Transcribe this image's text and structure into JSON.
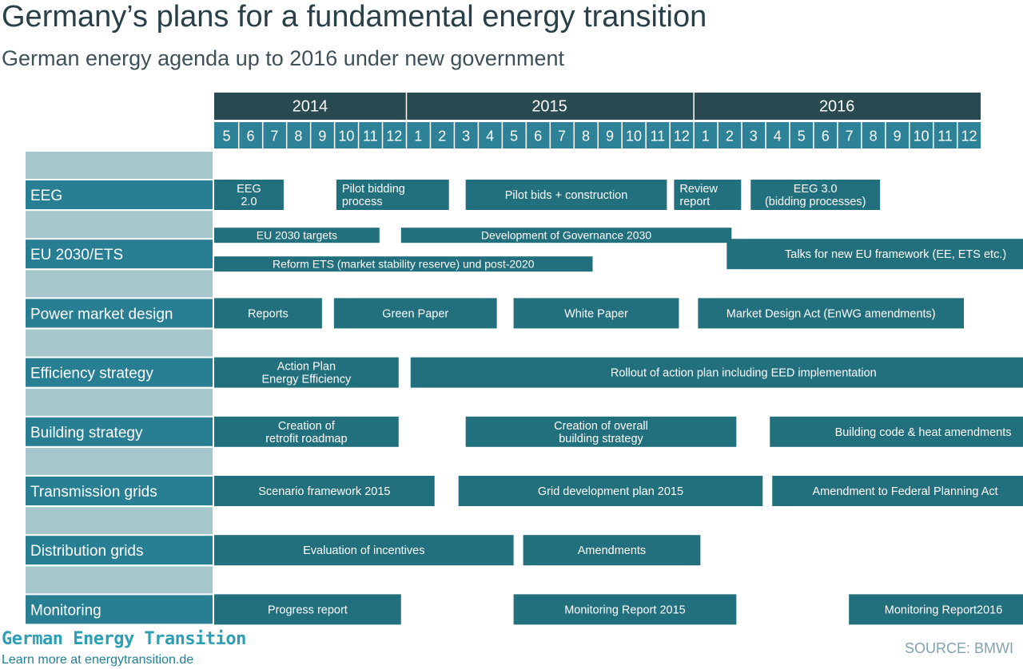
{
  "header": {
    "title": "Germany’s plans for a fundamental energy transition",
    "subtitle": "German energy agenda up to 2016 under new government"
  },
  "footer": {
    "brand": "German Energy Transition",
    "link": "Learn more at energytransition.de",
    "source": "SOURCE: BMWI"
  },
  "colors": {
    "year_header": "#284a50",
    "month_cell": "#2e8297",
    "category_label": "#287f94",
    "spacer": "#a6c7cc",
    "bar": "#226f7d",
    "text_light": "#ffffff"
  },
  "chart_data": {
    "type": "gantt",
    "timeline": {
      "years": [
        {
          "label": "2014",
          "months": [
            "5",
            "6",
            "7",
            "8",
            "9",
            "10",
            "11",
            "12"
          ]
        },
        {
          "label": "2015",
          "months": [
            "1",
            "2",
            "3",
            "4",
            "5",
            "6",
            "7",
            "8",
            "9",
            "10",
            "11",
            "12"
          ]
        },
        {
          "label": "2016",
          "months": [
            "1",
            "2",
            "3",
            "4",
            "5",
            "6",
            "7",
            "8",
            "9",
            "10",
            "11",
            "12"
          ]
        }
      ]
    },
    "rows": [
      {
        "category": "EEG",
        "tasks": [
          {
            "label": "EEG\n2.0",
            "start": 0.0,
            "end": 2.9
          },
          {
            "label": "Pilot bidding\nprocess",
            "start": 5.1,
            "end": 9.8,
            "align": "left"
          },
          {
            "label": "Pilot bids + construction",
            "start": 10.5,
            "end": 18.9
          },
          {
            "label": "Review\nreport",
            "start": 19.2,
            "end": 22.0,
            "align": "left"
          },
          {
            "label": "EEG 3.0\n(bidding processes)",
            "start": 22.4,
            "end": 27.8
          }
        ]
      },
      {
        "category": "EU 2030/ETS",
        "tasks": [
          {
            "label": "EU 2030 targets",
            "start": 0.0,
            "end": 6.9,
            "lane": "top"
          },
          {
            "label": "Development of Governance 2030",
            "start": 7.8,
            "end": 21.6,
            "lane": "top"
          },
          {
            "label": "Reform ETS (market stability reserve) und post-2020",
            "start": 0.0,
            "end": 15.8,
            "lane": "bottom"
          },
          {
            "label": "Talks for new EU framework (EE, ETS etc.)",
            "start": 21.4,
            "end": 35.5
          }
        ]
      },
      {
        "category": "Power market design",
        "tasks": [
          {
            "label": "Reports",
            "start": 0.0,
            "end": 4.5
          },
          {
            "label": "Green Paper",
            "start": 5.0,
            "end": 11.8
          },
          {
            "label": "White Paper",
            "start": 12.5,
            "end": 19.4
          },
          {
            "label": "Market Design Act (EnWG amendments)",
            "start": 20.2,
            "end": 31.3
          }
        ]
      },
      {
        "category": "Efficiency strategy",
        "tasks": [
          {
            "label": "Action Plan\nEnergy Efficiency",
            "start": 0.0,
            "end": 7.7
          },
          {
            "label": "Rollout of action plan including EED implementation",
            "start": 8.2,
            "end": 36.0
          }
        ]
      },
      {
        "category": "Building strategy",
        "tasks": [
          {
            "label": "Creation of\nretrofit roadmap",
            "start": 0.0,
            "end": 7.7
          },
          {
            "label": "Creation of overall\nbuilding strategy",
            "start": 10.5,
            "end": 21.8
          },
          {
            "label": "Building code & heat amendments",
            "start": 23.2,
            "end": 36.0
          }
        ]
      },
      {
        "category": "Transmission grids",
        "tasks": [
          {
            "label": "Scenario framework 2015",
            "start": 0.0,
            "end": 9.2
          },
          {
            "label": "Grid development plan 2015",
            "start": 10.2,
            "end": 22.9
          },
          {
            "label": "Amendment to Federal Planning Act",
            "start": 23.3,
            "end": 34.4
          }
        ]
      },
      {
        "category": "Distribution grids",
        "tasks": [
          {
            "label": "Evaluation of incentives",
            "start": 0.0,
            "end": 12.5
          },
          {
            "label": "Amendments",
            "start": 12.9,
            "end": 20.3
          }
        ]
      },
      {
        "category": "Monitoring",
        "tasks": [
          {
            "label": "Progress report",
            "start": 0.0,
            "end": 7.8
          },
          {
            "label": "Monitoring Report 2015",
            "start": 12.5,
            "end": 21.8
          },
          {
            "label": "Monitoring Report2016",
            "start": 26.5,
            "end": 34.4
          }
        ]
      }
    ]
  }
}
